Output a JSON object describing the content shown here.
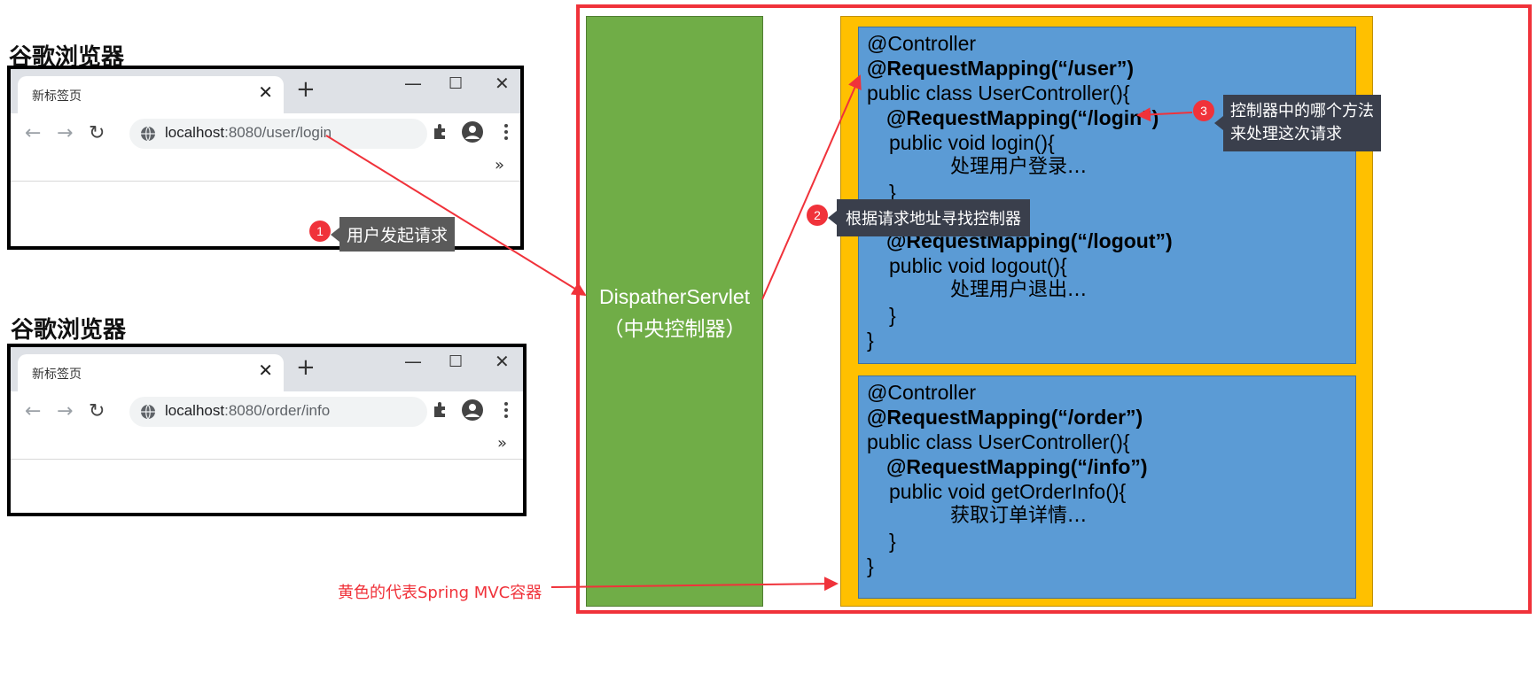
{
  "browsers": [
    {
      "heading": "谷歌浏览器",
      "tab_title": "新标签页",
      "url_host": "localhost",
      "url_rest": ":8080/user/login",
      "overflow": "»"
    },
    {
      "heading": "谷歌浏览器",
      "tab_title": "新标签页",
      "url_host": "localhost",
      "url_rest": ":8080/order/info",
      "overflow": "»"
    }
  ],
  "steps": [
    {
      "number": "1",
      "label": "用户发起请求"
    },
    {
      "number": "2",
      "label": "根据请求地址寻找控制器"
    },
    {
      "number": "3",
      "label_line1": "控制器中的哪个方法",
      "label_line2": "来处理这次请求"
    }
  ],
  "dispatcher": {
    "line1": "DispatherServlet",
    "line2": "（中央控制器）"
  },
  "controller_user": {
    "lines": [
      "@Controller",
      "@RequestMapping(“/user”)",
      "public class UserController(){",
      "@RequestMapping(“/login”)",
      "public void login(){",
      "处理用户登录…",
      "}",
      "@RequestMapping(“/logout”)",
      "public void logout(){",
      "处理用户退出…",
      "}",
      "}"
    ]
  },
  "controller_order": {
    "lines": [
      "@Controller",
      "@RequestMapping(“/order”)",
      "public class UserController(){",
      "@RequestMapping(“/info”)",
      "public void getOrderInfo(){",
      "获取订单详情…",
      "}",
      "}"
    ]
  },
  "container_note": "黄色的代表Spring MVC容器",
  "colors": {
    "red": "#f0323a",
    "green": "#70ad47",
    "yellow": "#ffc000",
    "blue": "#5b9bd5"
  }
}
